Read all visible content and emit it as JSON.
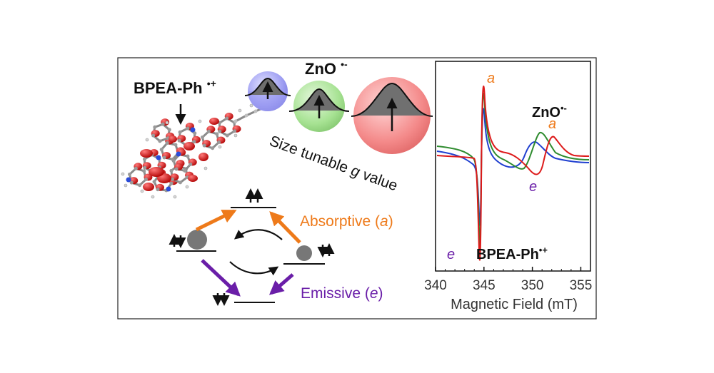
{
  "molecule": {
    "label": "BPEA-Ph",
    "radical": "•+"
  },
  "particles": {
    "label": "ZnO",
    "radical": "•-",
    "caption_pre": "Size tunable ",
    "caption_g": "g",
    "caption_post": " value"
  },
  "energy_diagram": {
    "absorptive_pre": "Absorptive (",
    "absorptive_letter": "a",
    "absorptive_post": ")",
    "emissive_pre": "Emissive (",
    "emissive_letter": "e",
    "emissive_post": ")"
  },
  "epr": {
    "xlabel": "Magnetic Field (mT)",
    "xticks": [
      "340",
      "345",
      "350",
      "355"
    ],
    "xlim": [
      340,
      356
    ],
    "label_a": "a",
    "label_e": "e",
    "zno_label": "ZnO",
    "zno_radical": "•-",
    "bpea_label": "BPEA-Ph",
    "bpea_radical": "•+"
  },
  "colors": {
    "orange": "#ee7a1a",
    "purple": "#6a1ea8",
    "red": "#dd1a1a",
    "green": "#2e8b2e",
    "blue": "#1f3fd0"
  }
}
